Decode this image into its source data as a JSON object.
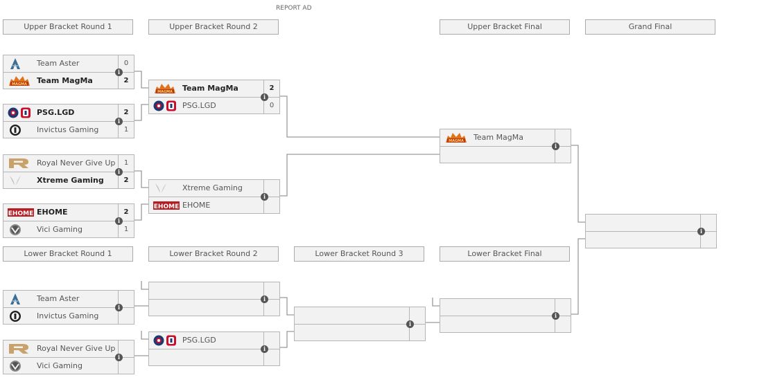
{
  "report_ad": "REPORT AD",
  "headers": {
    "ubr1": "Upper Bracket Round 1",
    "ubr2": "Upper Bracket Round 2",
    "ubf": "Upper Bracket Final",
    "gf": "Grand Final",
    "lbr1": "Lower Bracket Round 1",
    "lbr2": "Lower Bracket Round 2",
    "lbr3": "Lower Bracket Round 3",
    "lbf": "Lower Bracket Final"
  },
  "info_glyph": "i",
  "matches": {
    "ub1a": {
      "t1": "Team Aster",
      "s1": "0",
      "t2": "Team MagMa",
      "s2": "2"
    },
    "ub1b": {
      "t1": "PSG.LGD",
      "s1": "2",
      "t2": "Invictus Gaming",
      "s2": "1"
    },
    "ub1c": {
      "t1": "Royal Never Give Up",
      "s1": "1",
      "t2": "Xtreme Gaming",
      "s2": "2"
    },
    "ub1d": {
      "t1": "EHOME",
      "s1": "2",
      "t2": "Vici Gaming",
      "s2": "1"
    },
    "ub2a": {
      "t1": "Team MagMa",
      "s1": "2",
      "t2": "PSG.LGD",
      "s2": "0"
    },
    "ub2b": {
      "t1": "Xtreme Gaming",
      "s1": "",
      "t2": "EHOME",
      "s2": ""
    },
    "ubf": {
      "t1": "Team MagMa",
      "s1": "",
      "t2": "",
      "s2": ""
    },
    "gf": {
      "t1": "",
      "s1": "",
      "t2": "",
      "s2": ""
    },
    "lb1a": {
      "t1": "Team Aster",
      "s1": "",
      "t2": "Invictus Gaming",
      "s2": ""
    },
    "lb1b": {
      "t1": "Royal Never Give Up",
      "s1": "",
      "t2": "Vici Gaming",
      "s2": ""
    },
    "lb2a": {
      "t1": "",
      "s1": "",
      "t2": "",
      "s2": ""
    },
    "lb2b": {
      "t1": "PSG.LGD",
      "s1": "",
      "t2": "",
      "s2": ""
    },
    "lb3": {
      "t1": "",
      "s1": "",
      "t2": "",
      "s2": ""
    },
    "lbf": {
      "t1": "",
      "s1": "",
      "t2": "",
      "s2": ""
    }
  },
  "team_logos": {
    "Team Aster": "aster-logo",
    "Team MagMa": "magma-logo",
    "PSG.LGD": "psg-lgd-logo",
    "Invictus Gaming": "invictus-logo",
    "Royal Never Give Up": "rng-logo",
    "Xtreme Gaming": "xtreme-logo",
    "EHOME": "ehome-logo",
    "Vici Gaming": "vici-logo"
  },
  "colors": {
    "box_bg": "#f2f2f2",
    "border": "#b5b5b5",
    "line": "#999999",
    "info": "#555555"
  }
}
